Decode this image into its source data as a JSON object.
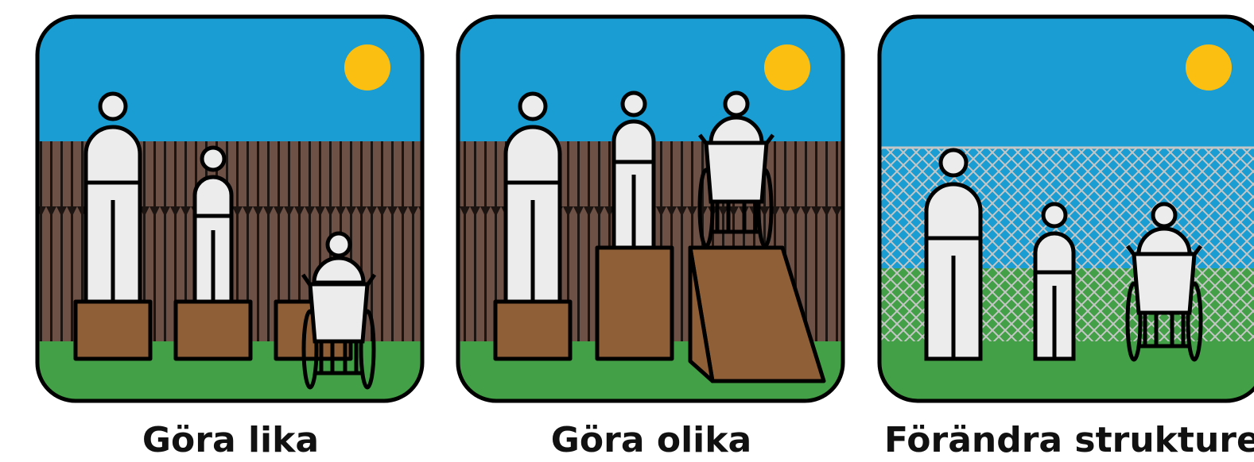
{
  "panels": [
    {
      "caption": "Göra lika"
    },
    {
      "caption": "Göra olika"
    },
    {
      "caption": "Förändra strukturen"
    }
  ],
  "colors": {
    "sky": "#199dd2",
    "sun": "#fbbf12",
    "grass": "#43a046",
    "fence": "#6e5146",
    "box": "#8f5f37",
    "person": "#ececec",
    "outline": "#000000",
    "mesh": "#c6c6c6"
  }
}
